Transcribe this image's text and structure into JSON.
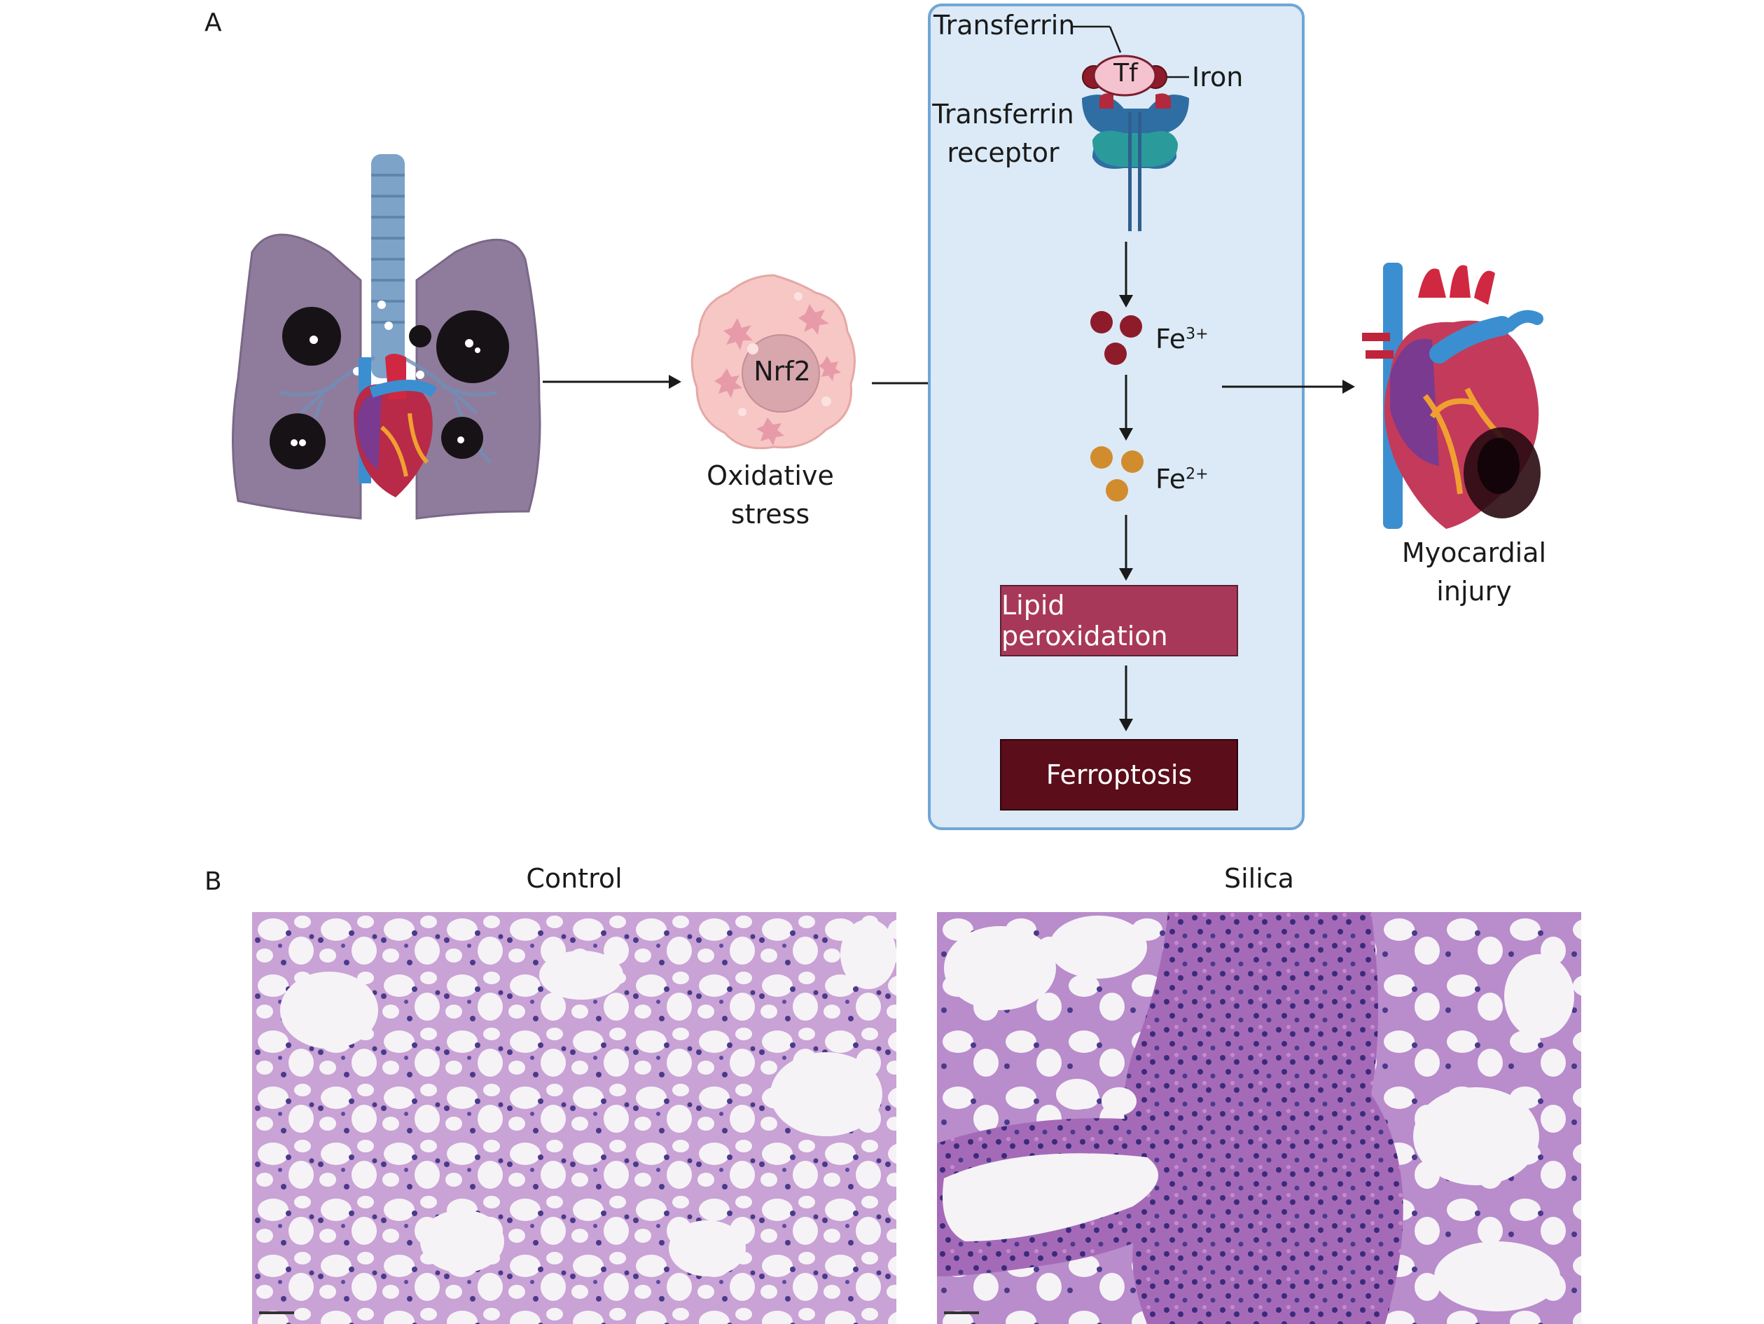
{
  "panel_a": {
    "label": "A",
    "oxidative": {
      "node_label": "Nrf2",
      "caption_line1": "Oxidative",
      "caption_line2": "stress"
    },
    "transferrin_label": "Transferrin",
    "tf_label": "Tf",
    "iron_label": "Iron",
    "receptor_line1": "Transferrin",
    "receptor_line2": "receptor",
    "fe3": {
      "base": "Fe",
      "sup": "3+"
    },
    "fe2": {
      "base": "Fe",
      "sup": "2+"
    },
    "lipid_label": "Lipid peroxidation",
    "ferroptosis_label": "Ferroptosis",
    "myocardial_line1": "Myocardial",
    "myocardial_line2": "injury",
    "colors": {
      "pathway_bg": "#dbeaf6",
      "pathway_border": "#6fa6d6",
      "lipid_box": "#a8385a",
      "ferroptosis_box": "#5b0d1a",
      "fe3_dot": "#8e1b2a",
      "fe2_dot": "#d18c2e"
    }
  },
  "panel_b": {
    "label": "B",
    "control_title": "Control",
    "silica_title": "Silica"
  }
}
